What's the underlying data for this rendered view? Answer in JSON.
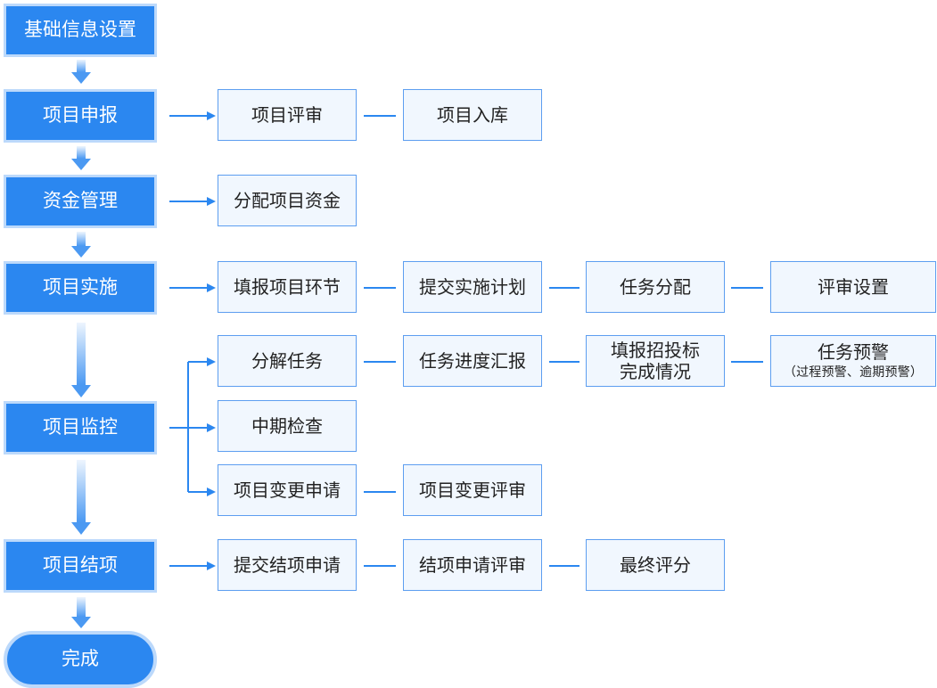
{
  "colors": {
    "primary": "#2b87f0",
    "primary_border": "#bcd9fb",
    "box_fill": "#f1f7fe",
    "box_border": "#5d9ef0",
    "arrow": "#2b87f0"
  },
  "main_steps": [
    {
      "label": "基础信息设置"
    },
    {
      "label": "项目申报"
    },
    {
      "label": "资金管理"
    },
    {
      "label": "项目实施"
    },
    {
      "label": "项目监控"
    },
    {
      "label": "项目结项"
    }
  ],
  "end_step": {
    "label": "完成"
  },
  "branches": {
    "declare": [
      "项目评审",
      "项目入库"
    ],
    "funds": [
      "分配项目资金"
    ],
    "implement": [
      "填报项目环节",
      "提交实施计划",
      "任务分配",
      "评审设置"
    ],
    "monitor_row1": {
      "items": [
        "分解任务",
        "任务进度汇报"
      ],
      "bid_line1": "填报招投标",
      "bid_line2": "完成情况",
      "warning_title": "任务预警",
      "warning_note": "（过程预警、逾期预警）"
    },
    "monitor_row2": [
      "中期检查"
    ],
    "monitor_row3": [
      "项目变更申请",
      "项目变更评审"
    ],
    "closing": [
      "提交结项申请",
      "结项申请评审",
      "最终评分"
    ]
  }
}
